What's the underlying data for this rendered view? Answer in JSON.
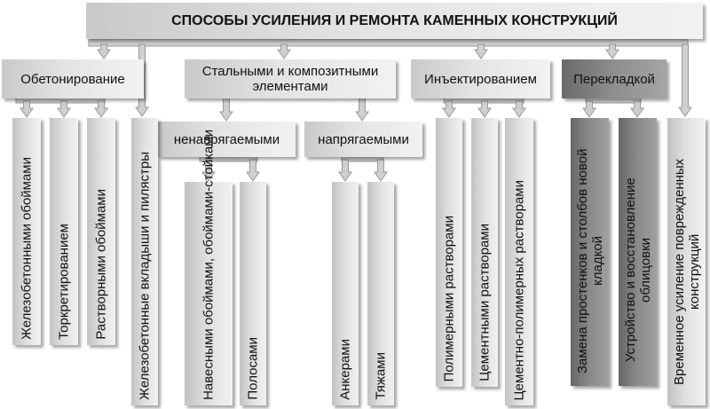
{
  "title": "СПОСОБЫ УСИЛЕНИЯ И РЕМОНТА КАМЕННЫХ КОНСТРУКЦИЙ",
  "groups": {
    "concreting": "Обетонирование",
    "steel": "Стальными и композитными элементами",
    "injection": "Инъектированием",
    "relaying": "Перекладкой"
  },
  "subgroups": {
    "non_prestressed": "ненапрягаемыми",
    "prestressed": "напрягаемыми"
  },
  "leaves": {
    "rc_jackets": "Железобетонными обоймами",
    "shotcrete": "Торкретированием",
    "mortar_jackets": "Растворными обоймами",
    "rc_inserts": "Железобетонные вкладыши и пилястры",
    "hung_jackets": "Навесными обоймами, обоймами-стойками",
    "strips": "Полосами",
    "anchors": "Анкерами",
    "ties": "Тяжами",
    "polymer_mortars": "Полимерными растворами",
    "cement_mortars": "Цементными растворами",
    "cement_polymer_mortars": "Цементно-полимерных растворами",
    "pier_replacement": "Замена простенков и столбов новой кладкой",
    "facing_restoration": "Устройство и восстановление облицовки",
    "temporary_strengthening": "Временное усиление поврежденных конструкций"
  },
  "colors": {
    "box_light": "#e4e4e4",
    "box_dark": "#8e8e8e",
    "arrow": "#cfcfcf",
    "arrow_outline": "#9a9a9a"
  }
}
